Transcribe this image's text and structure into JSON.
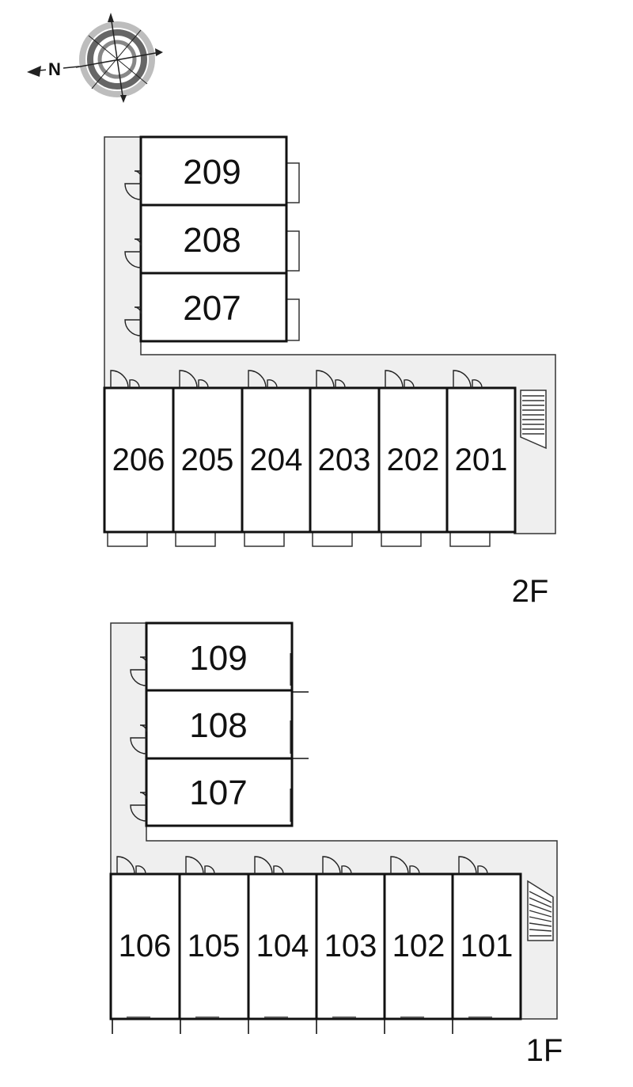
{
  "compass": {
    "north_letter": "N"
  },
  "floors": [
    {
      "id": "2F",
      "label": "2F",
      "upper_rooms": [
        "209",
        "208",
        "207"
      ],
      "lower_rooms": [
        "206",
        "205",
        "204",
        "203",
        "202",
        "201"
      ]
    },
    {
      "id": "1F",
      "label": "1F",
      "upper_rooms": [
        "109",
        "108",
        "107"
      ],
      "lower_rooms": [
        "106",
        "105",
        "104",
        "103",
        "102",
        "101"
      ]
    }
  ]
}
